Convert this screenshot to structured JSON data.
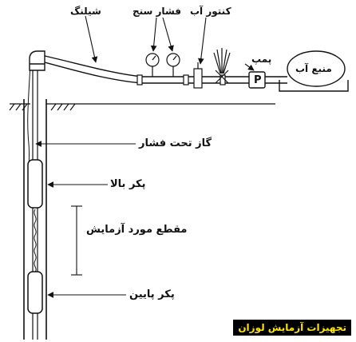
{
  "labels": {
    "casing": "شیلنگ",
    "pressure_gauge": "فشار سنج",
    "water_meter": "کنتور آب",
    "pump": "پمپ",
    "water_source": "منبع آب",
    "pump_symbol": "P",
    "pressurized_gas": "گاز تحت فشار",
    "upper_packer": "پکر بالا",
    "test_section": "مقطع مورد آزمایش",
    "lower_packer": "پکر پایین"
  },
  "brand": {
    "text": "تجهیزات آزمایش لوزان",
    "background": "#000000",
    "color": "#ffe600"
  }
}
